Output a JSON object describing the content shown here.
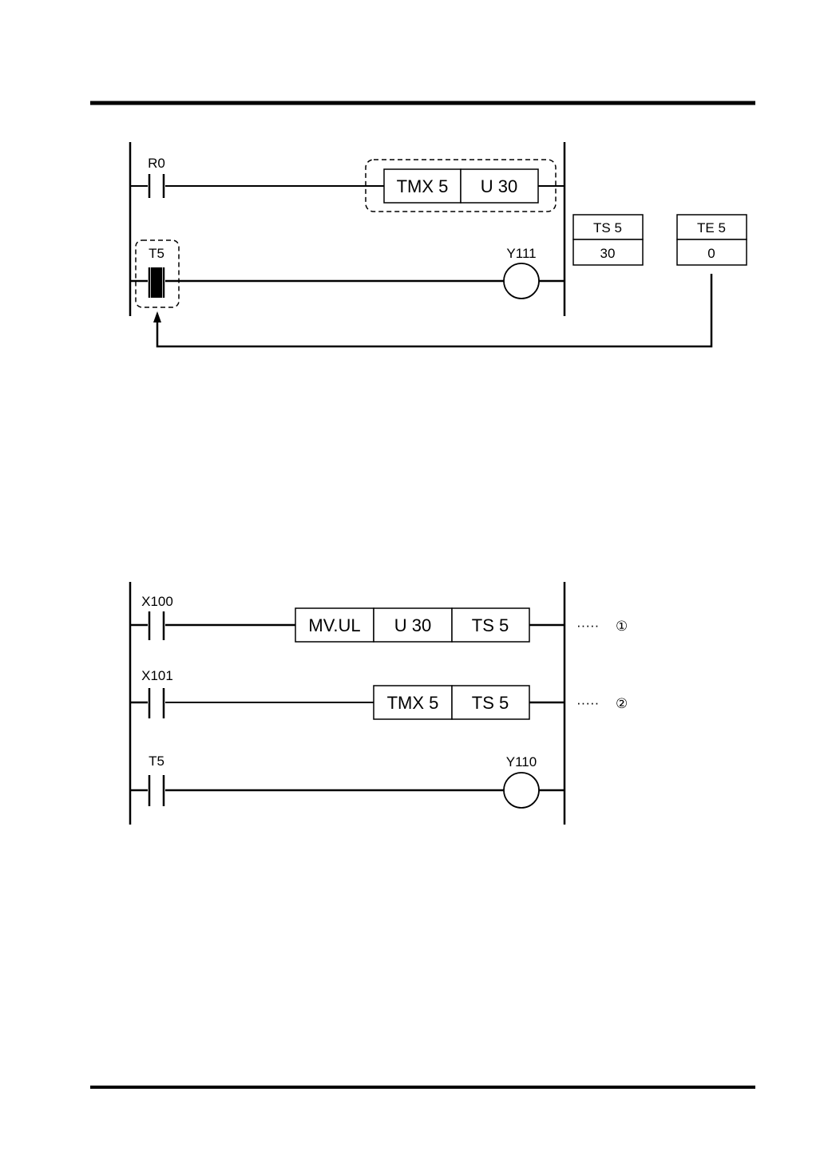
{
  "diagram1": {
    "contact_r0": "R0",
    "instr_op": "TMX 5",
    "instr_operand": "U 30",
    "contact_t5": "T5",
    "coil_y111": "Y111",
    "ts_label": "TS 5",
    "ts_value": "30",
    "te_label": "TE 5",
    "te_value": "0"
  },
  "diagram2": {
    "contact_x100": "X100",
    "mv_op": "MV.UL",
    "mv_src": "U 30",
    "mv_dst": "TS 5",
    "note1_dots": "·····",
    "note1_num": "①",
    "contact_x101": "X101",
    "tmx_op": "TMX 5",
    "tmx_operand": "TS 5",
    "note2_dots": "·····",
    "note2_num": "②",
    "contact_t5": "T5",
    "coil_y110": "Y110"
  }
}
